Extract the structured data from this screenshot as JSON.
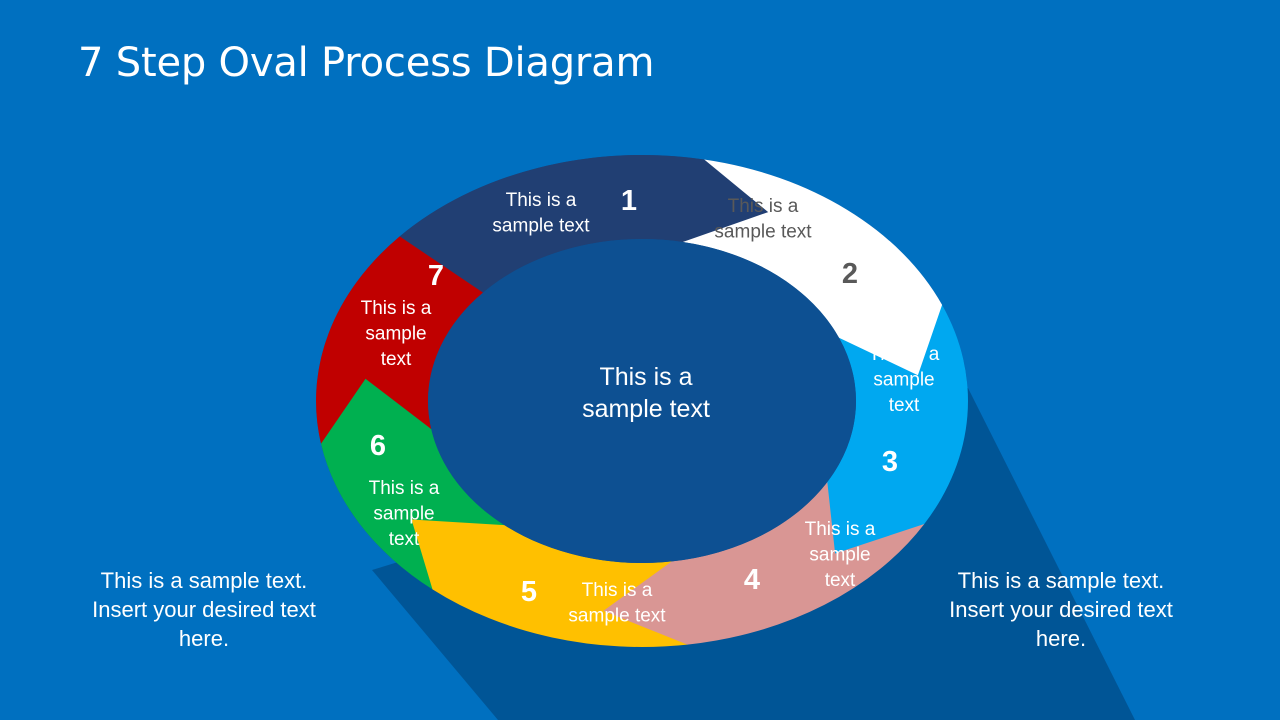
{
  "title": "7 Step Oval Process Diagram",
  "colors": {
    "background": "#0070c0",
    "shadow": "#005596",
    "inner": "#0d5092"
  },
  "center": {
    "lines": [
      "This is a",
      "sample text"
    ]
  },
  "steps": [
    {
      "number": "1",
      "lines": [
        "This is a",
        "sample text"
      ],
      "color": "#213f73",
      "text_color": "#ffffff"
    },
    {
      "number": "2",
      "lines": [
        "This is a",
        "sample text"
      ],
      "color": "#ffffff",
      "text_color": "#595959"
    },
    {
      "number": "3",
      "lines": [
        "This is a",
        "sample",
        "text"
      ],
      "color": "#00a8f0",
      "text_color": "#ffffff"
    },
    {
      "number": "4",
      "lines": [
        "This is a",
        "sample",
        "text"
      ],
      "color": "#d99694",
      "text_color": "#ffffff"
    },
    {
      "number": "5",
      "lines": [
        "This is a",
        "sample text"
      ],
      "color": "#ffc000",
      "text_color": "#ffffff"
    },
    {
      "number": "6",
      "lines": [
        "This is a",
        "sample",
        "text"
      ],
      "color": "#00b050",
      "text_color": "#ffffff"
    },
    {
      "number": "7",
      "lines": [
        "This is a",
        "sample",
        "text"
      ],
      "color": "#c00000",
      "text_color": "#ffffff"
    }
  ],
  "side_left": {
    "lines": [
      "This is a sample text.",
      "Insert your desired text",
      "here."
    ]
  },
  "side_right": {
    "lines": [
      "This is a sample text.",
      "Insert your desired text",
      "here."
    ]
  }
}
